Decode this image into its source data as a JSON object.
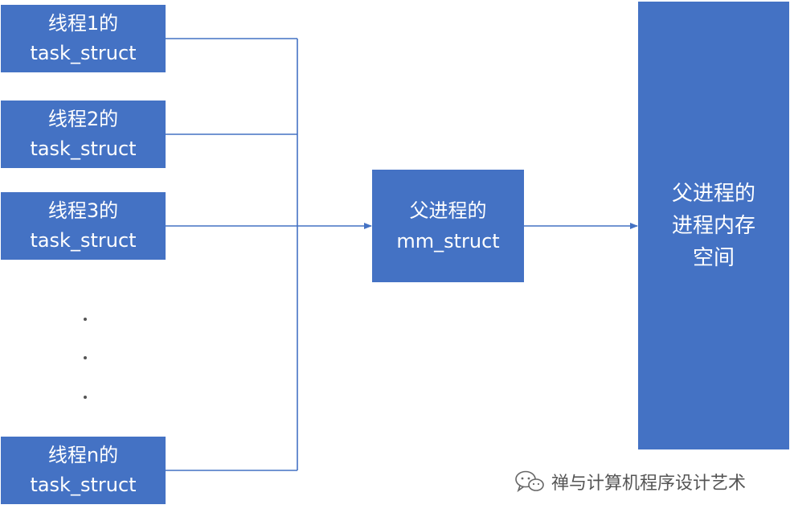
{
  "threads": [
    {
      "line1": "线程1的",
      "line2": "task_struct"
    },
    {
      "line1": "线程2的",
      "line2": "task_struct"
    },
    {
      "line1": "线程3的",
      "line2": "task_struct"
    },
    {
      "line1": "线程n的",
      "line2": "task_struct"
    }
  ],
  "ellipsis": ".",
  "mm_struct": {
    "line1": "父进程的",
    "line2": "mm_struct"
  },
  "memory": {
    "line1": "父进程的",
    "line2": "进程内存",
    "line3": "空间"
  },
  "watermark": {
    "text": "禅与计算机程序设计艺术"
  },
  "colors": {
    "box_fill": "#4472c4",
    "text": "#ffffff",
    "connector": "#4472c4"
  }
}
